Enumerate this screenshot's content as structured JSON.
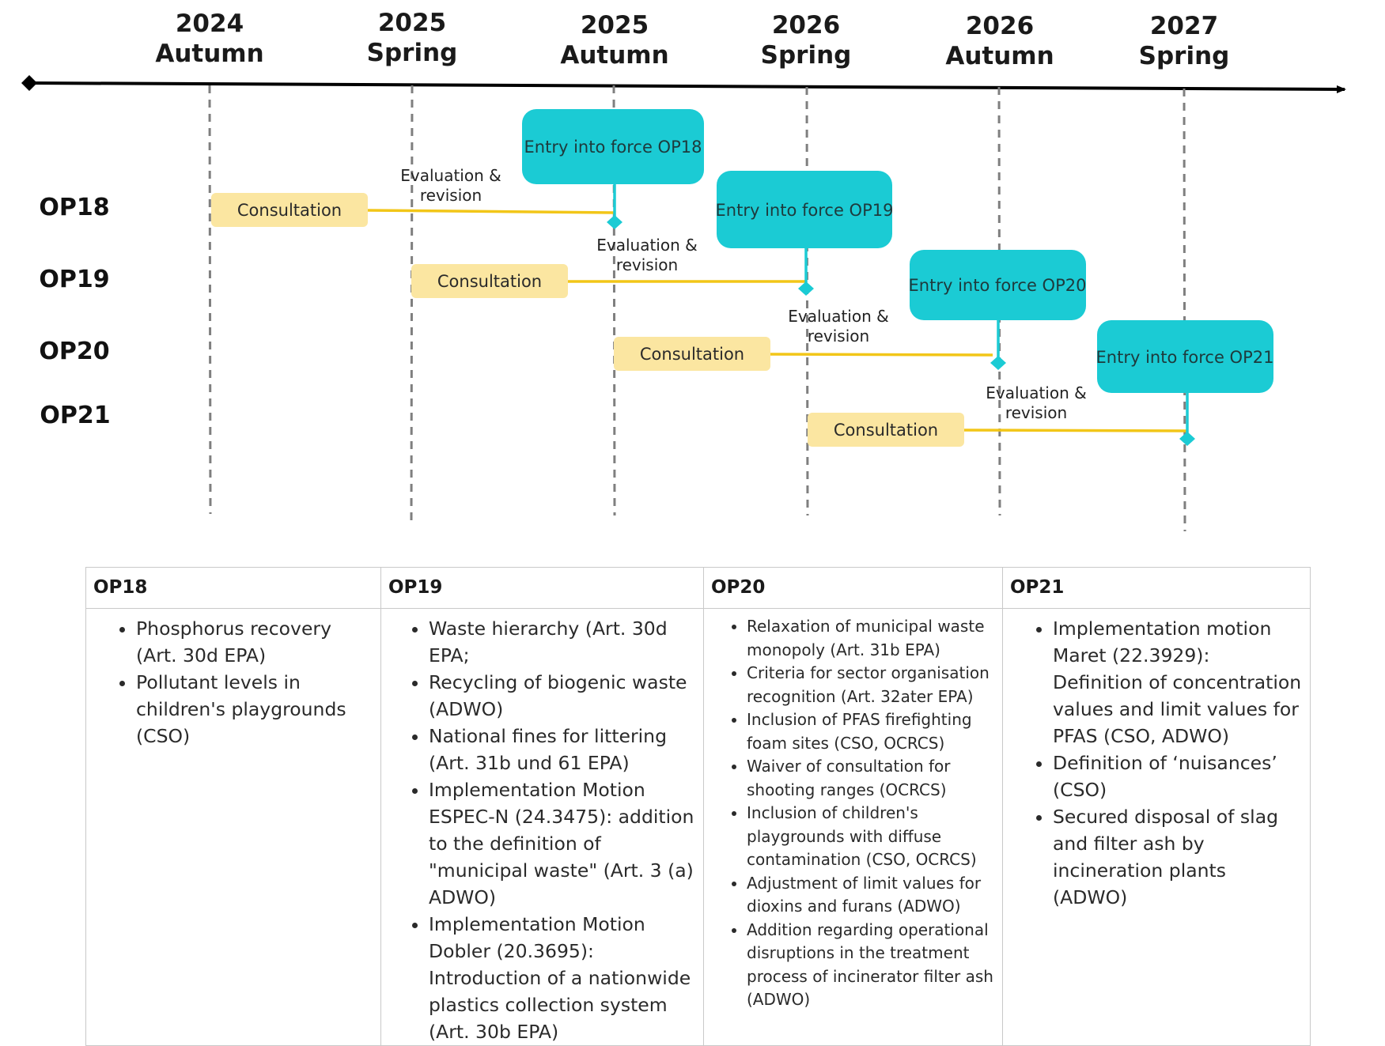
{
  "timeline": {
    "periods": [
      {
        "year": "2024",
        "season": "Autumn"
      },
      {
        "year": "2025",
        "season": "Spring"
      },
      {
        "year": "2025",
        "season": "Autumn"
      },
      {
        "year": "2026",
        "season": "Spring"
      },
      {
        "year": "2026",
        "season": "Autumn"
      },
      {
        "year": "2027",
        "season": "Spring"
      }
    ],
    "rows": [
      {
        "label": "OP18",
        "consultation": "Consultation",
        "evaluation": [
          "Evaluation &",
          "revision"
        ],
        "entry": "Entry into force OP18"
      },
      {
        "label": "OP19",
        "consultation": "Consultation",
        "evaluation": [
          "Evaluation &",
          "revision"
        ],
        "entry": "Entry into force OP19"
      },
      {
        "label": "OP20",
        "consultation": "Consultation",
        "evaluation": [
          "Evaluation &",
          "revision"
        ],
        "entry": "Entry into force OP20"
      },
      {
        "label": "OP21",
        "consultation": "Consultation",
        "evaluation": [
          "Evaluation &",
          "revision"
        ],
        "entry": "Entry into force OP21"
      }
    ],
    "colors": {
      "axis": "#000000",
      "dashed_line": "#7f7f7f",
      "consultation_fill": "#fbe6a1",
      "connector": "#f2c618",
      "entry_fill": "#1bcbd4"
    }
  },
  "table": {
    "headers": [
      "OP18",
      "OP19",
      "OP20",
      "OP21"
    ],
    "columns": [
      [
        "Phosphorus recovery (Art. 30d EPA)",
        "Pollutant levels in children's playgrounds (CSO)"
      ],
      [
        "Waste hierarchy (Art. 30d EPA;",
        "Recycling of biogenic waste (ADWO)",
        "National fines for littering (Art. 31b und 61 EPA)",
        "Implementation Motion ESPEC-N (24.3475): addition to the definition of \"municipal waste\" (Art. 3 (a) ADWO)",
        "Implementation Motion Dobler (20.3695): Introduction of a nationwide plastics collection system (Art. 30b EPA)"
      ],
      [
        "Relaxation of municipal waste monopoly (Art. 31b EPA)",
        "Criteria for sector organisation recognition (Art. 32ater EPA)",
        "Inclusion of PFAS firefighting foam sites (CSO, OCRCS)",
        "Waiver of consultation for shooting ranges (OCRCS)",
        "Inclusion of children's playgrounds with diffuse contamination (CSO, OCRCS)",
        "Adjustment of limit values for dioxins and furans (ADWO)",
        "Addition regarding operational disruptions in the treatment process of incinerator filter ash (ADWO)"
      ],
      [
        "Implementation motion Maret (22.3929): Definition of concentration values and limit values for PFAS (CSO, ADWO)",
        "Definition of ‘nuisances’ (CSO)",
        "Secured disposal of slag and filter ash by incineration plants (ADWO)"
      ]
    ]
  }
}
